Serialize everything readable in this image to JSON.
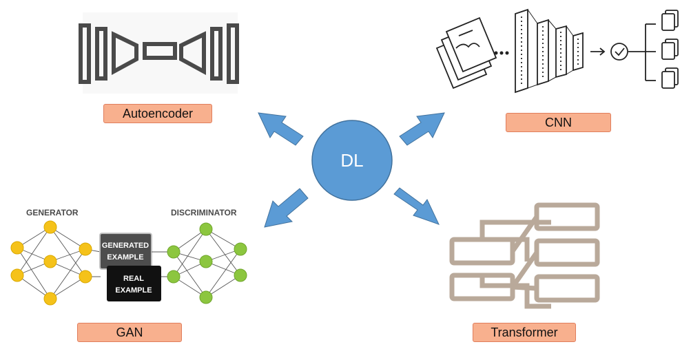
{
  "center": {
    "label": "DL",
    "color": "#5b9bd5"
  },
  "arrow_color": "#5b9bd5",
  "label_color": "#f8b08e",
  "nodes": {
    "autoencoder": {
      "label": "Autoencoder"
    },
    "cnn": {
      "label": "CNN"
    },
    "gan": {
      "label": "GAN",
      "generator_title": "GENERATOR",
      "discriminator_title": "DISCRIMINATOR",
      "generated_line1": "GENERATED",
      "generated_line2": "EXAMPLE",
      "real_line1": "REAL",
      "real_line2": "EXAMPLE"
    },
    "transformer": {
      "label": "Transformer"
    }
  }
}
